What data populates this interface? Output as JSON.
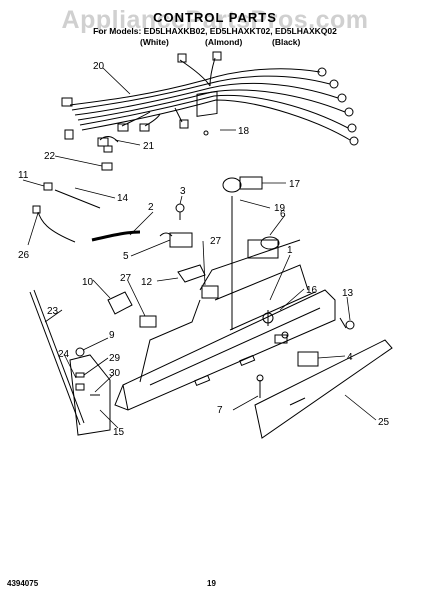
{
  "header": {
    "title": "CONTROL PARTS",
    "models": "For Models: ED5LHAXKB02, ED5LHAXKT02, ED5LHAXKQ02",
    "colors": [
      "(White)",
      "(Almond)",
      "(Black)"
    ]
  },
  "watermark": "AppliancePartsPros.com",
  "footer": {
    "part_number": "4394075",
    "page": "19"
  },
  "callouts": [
    "20",
    "18",
    "21",
    "22",
    "11",
    "17",
    "3",
    "14",
    "19",
    "6",
    "2",
    "27",
    "5",
    "26",
    "1",
    "10",
    "27",
    "12",
    "16",
    "13",
    "23",
    "9",
    "4",
    "24",
    "29",
    "30",
    "15",
    "7",
    "25"
  ]
}
